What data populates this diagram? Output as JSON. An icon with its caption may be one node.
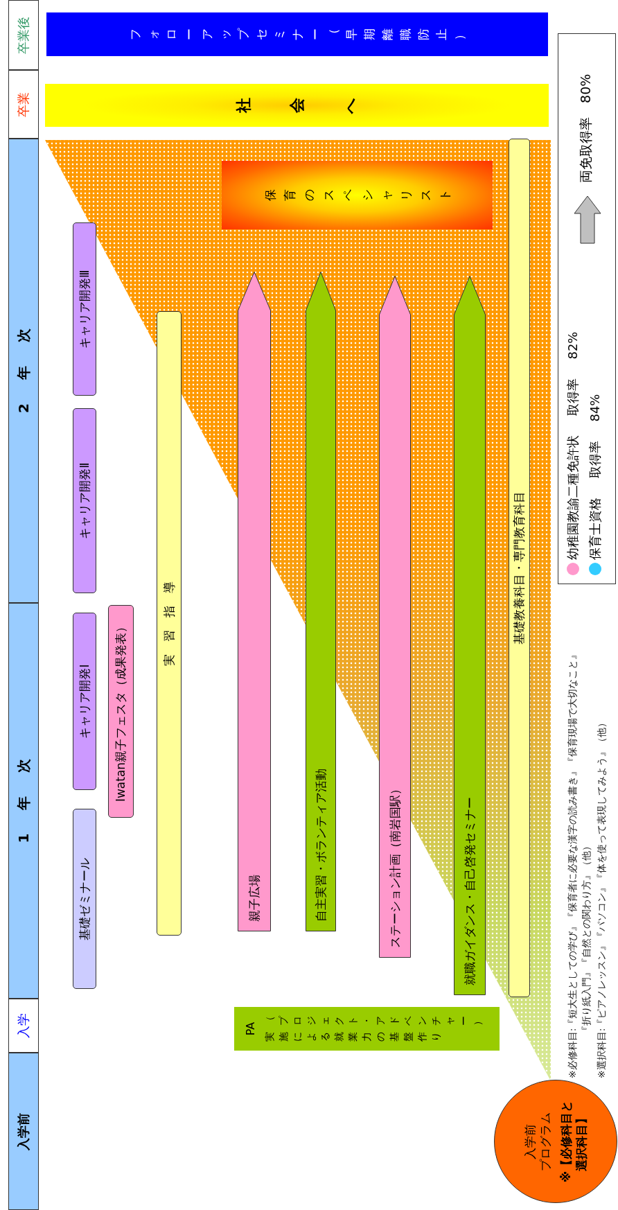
{
  "diagram": {
    "nodes": [
      {
        "text": [
          "入学前"
        ]
      },
      {
        "text": [
          "入学"
        ]
      },
      {
        "text": [
          "1年次"
        ]
      },
      {
        "text": [
          "2年次"
        ]
      },
      {
        "text": [
          "卒業"
        ]
      },
      {
        "text": [
          "卒業後"
        ]
      },
      {
        "text": [
          "基礎ゼミナール"
        ]
      },
      {
        "text": [
          "キャリア開発Ⅰ"
        ]
      },
      {
        "text": [
          "キャリア開発Ⅱ"
        ]
      },
      {
        "text": [
          "キャリア開発Ⅲ"
        ]
      },
      {
        "text": [
          "Iwatan親子フェスタ（成果発表）"
        ]
      },
      {
        "text": [
          "実習指導"
        ]
      },
      {
        "text": [
          "親子広場"
        ]
      },
      {
        "text": [
          "自主実習・ボランティア活動"
        ]
      },
      {
        "text": [
          "ステーション計画（南岩国駅）"
        ]
      },
      {
        "text": [
          "就職ガイダンス・自己啓発セミナー"
        ]
      },
      {
        "text": [
          "基礎教養科目・専門教育科目"
        ]
      },
      {
        "text": [
          "PA",
          "（プロジェクト・アドベンチャー）実施による就業力の基盤作り"
        ]
      },
      {
        "text": [
          "入学前プログラム",
          "※【必修科目と選択科目】"
        ]
      },
      {
        "text": [
          "保育のスペシャリスト"
        ]
      },
      {
        "text": [
          "社会へ"
        ]
      },
      {
        "text": [
          "フォローアップセミナー（早期離職防止）"
        ]
      }
    ],
    "labels": [
      "※必修科目:『短大生としての学び』『保育者に必要な漢字の読み書き』『保育現場で大切なこと』『折り紙入門』『自然との関わり方』（他）",
      "※選択科目:『ピアノレッスン』『パソコン』『体を使って表現してみよう』（他）",
      "両免取得率 80%"
    ],
    "legend": [
      {
        "text": "幼稚園教諭二種免許状 取得率 82%",
        "color": "#ff99cc"
      },
      {
        "text": "保育士資格 取得率 84%",
        "color": "#33ccff"
      }
    ]
  }
}
